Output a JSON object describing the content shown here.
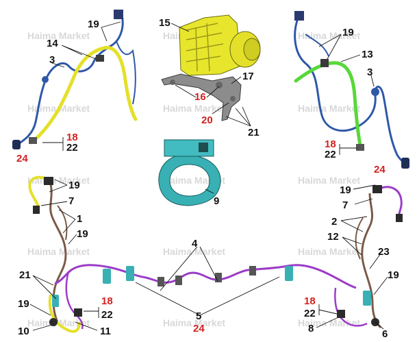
{
  "watermark": "Haima Market",
  "callouts": {
    "c3_left": "3",
    "c14": "14",
    "c19_tl": "19",
    "c18_tl": "18",
    "c22_tl": "22",
    "c24_tl": "24",
    "c15": "15",
    "c16": "16",
    "c17": "17",
    "c20": "20",
    "c21_top": "21",
    "c19_tr": "19",
    "c13": "13",
    "c3_right": "3",
    "c18_tr": "18",
    "c22_tr": "22",
    "c24_tr": "24",
    "c9": "9",
    "c19_ml": "19",
    "c7_l": "7",
    "c1": "1",
    "c19_ml2": "19",
    "c4": "4",
    "c19_mr": "19",
    "c7_r": "7",
    "c2": "2",
    "c12": "12",
    "c23": "23",
    "c19_br": "19",
    "c21_bl": "21",
    "c19_bl": "19",
    "c18_bl": "18",
    "c22_bl": "22",
    "c10": "10",
    "c11": "11",
    "c5": "5",
    "c24_b": "24",
    "c18_br": "18",
    "c22_br": "22",
    "c8": "8",
    "c6": "6"
  },
  "colors": {
    "yellow_part": "#e4e02a",
    "green_part": "#58d83a",
    "blue_harness": "#2e58a8",
    "purple_harness": "#9b3cc8",
    "brown_harness": "#7a5a48",
    "cyan_part": "#38b0b4",
    "red_callout": "#d42020"
  }
}
